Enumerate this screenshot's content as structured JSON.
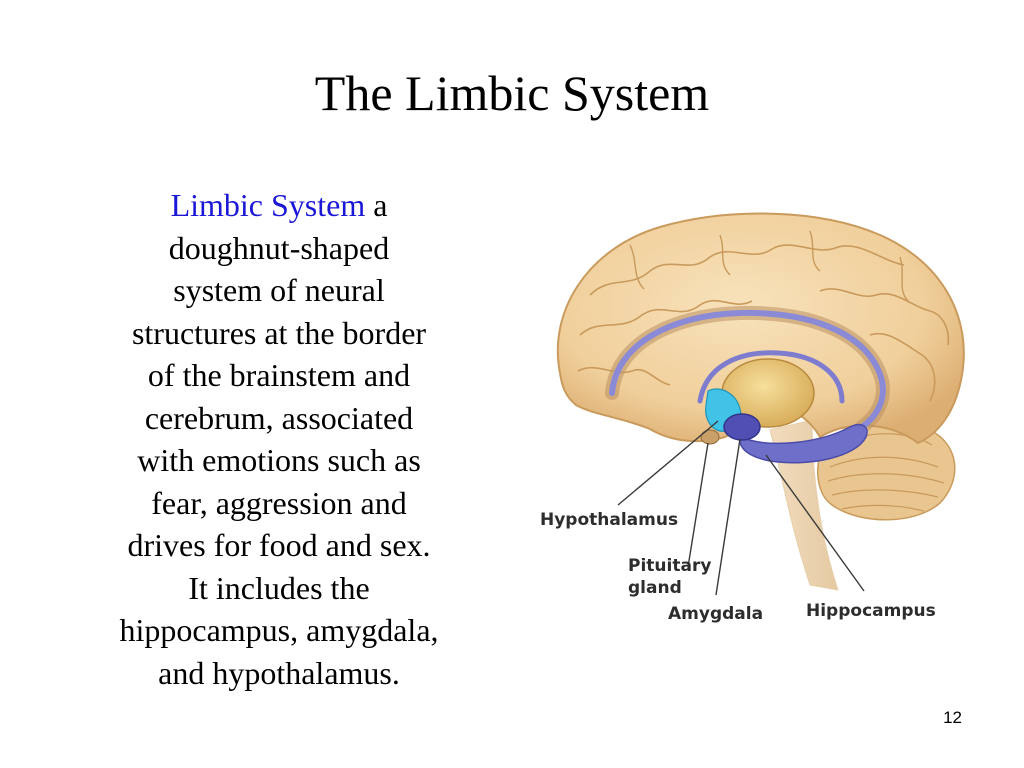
{
  "slide": {
    "title": "The Limbic System",
    "definition": {
      "term": "Limbic System",
      "lines": [
        " a",
        "doughnut-shaped",
        "system of neural",
        "structures at the border",
        "of the brainstem and",
        "cerebrum, associated",
        "with emotions such as",
        "fear, aggression and",
        "drives for food and sex.",
        "It includes the",
        "hippocampus, amygdala,",
        "and hypothalamus."
      ]
    },
    "page_number": "12"
  },
  "figure": {
    "labels": {
      "hypothalamus": "Hypothalamus",
      "pituitary_line1": "Pituitary",
      "pituitary_line2": "gland",
      "amygdala": "Amygdala",
      "hippocampus": "Hippocampus"
    },
    "colors": {
      "brain_fill": "#f2d3a3",
      "brain_outline": "#c99a5c",
      "limbic_purple": "#6e6fc9",
      "hypothalamus_cyan": "#41c3e8",
      "thalamus_gold": "#e9c46e",
      "term_blue": "#1b17d6"
    }
  }
}
